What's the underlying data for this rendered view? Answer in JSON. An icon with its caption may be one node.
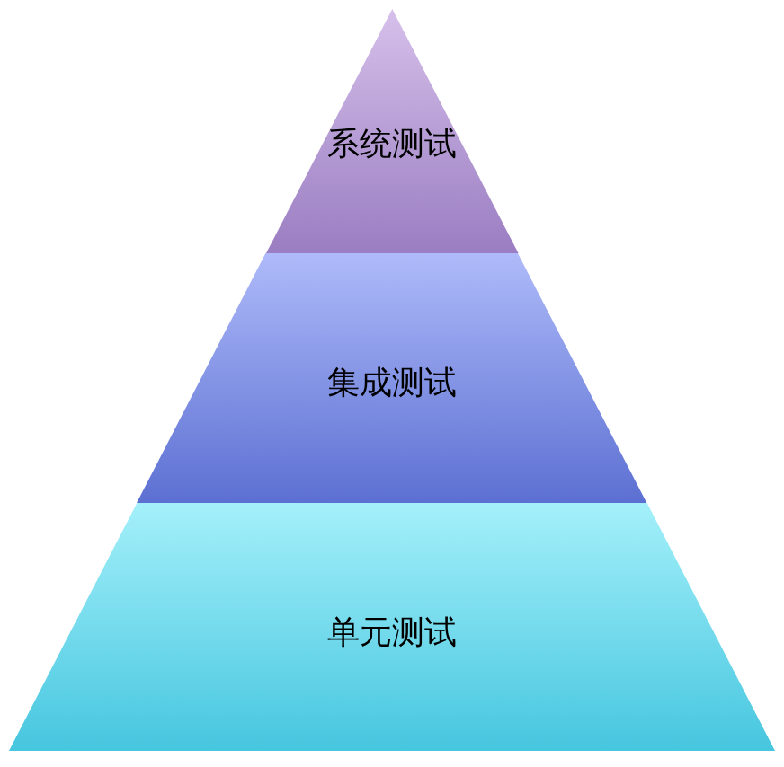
{
  "diagram": {
    "nodes": [
      {
        "text": [
          "系统测试"
        ]
      },
      {
        "text": [
          "集成测试"
        ]
      },
      {
        "text": [
          "单元测试"
        ]
      }
    ]
  }
}
